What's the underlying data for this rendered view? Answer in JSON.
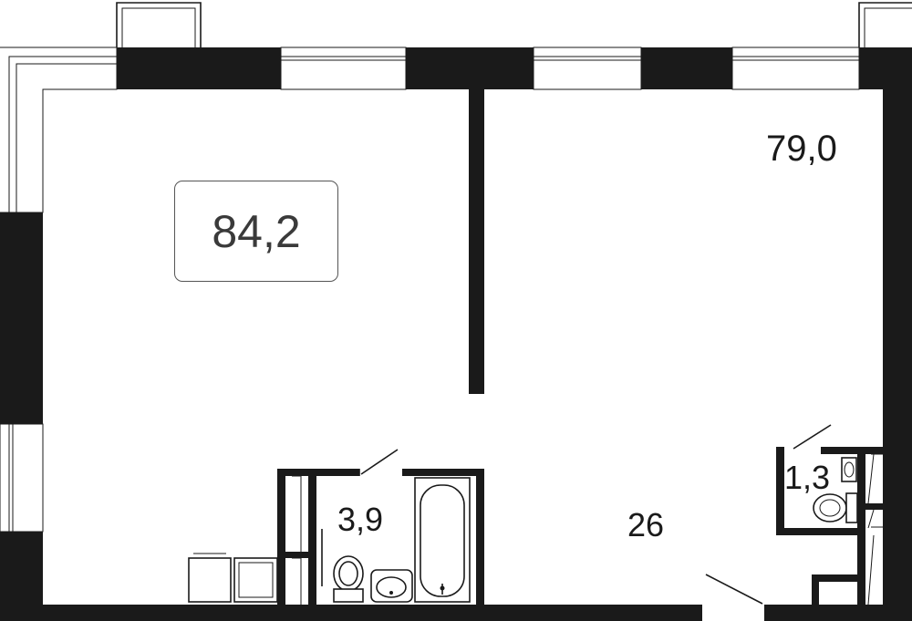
{
  "floorplan": {
    "total_area": "84,2",
    "rooms": [
      {
        "id": "living",
        "area": "79,0"
      },
      {
        "id": "bathroom",
        "area": "3,9"
      },
      {
        "id": "wc",
        "area": "1,3"
      },
      {
        "id": "hall",
        "area": "26"
      }
    ]
  },
  "colors": {
    "wall": "#1a1a1a",
    "badge_border": "#555555",
    "badge_text": "#3a3a3a",
    "background": "#ffffff"
  }
}
